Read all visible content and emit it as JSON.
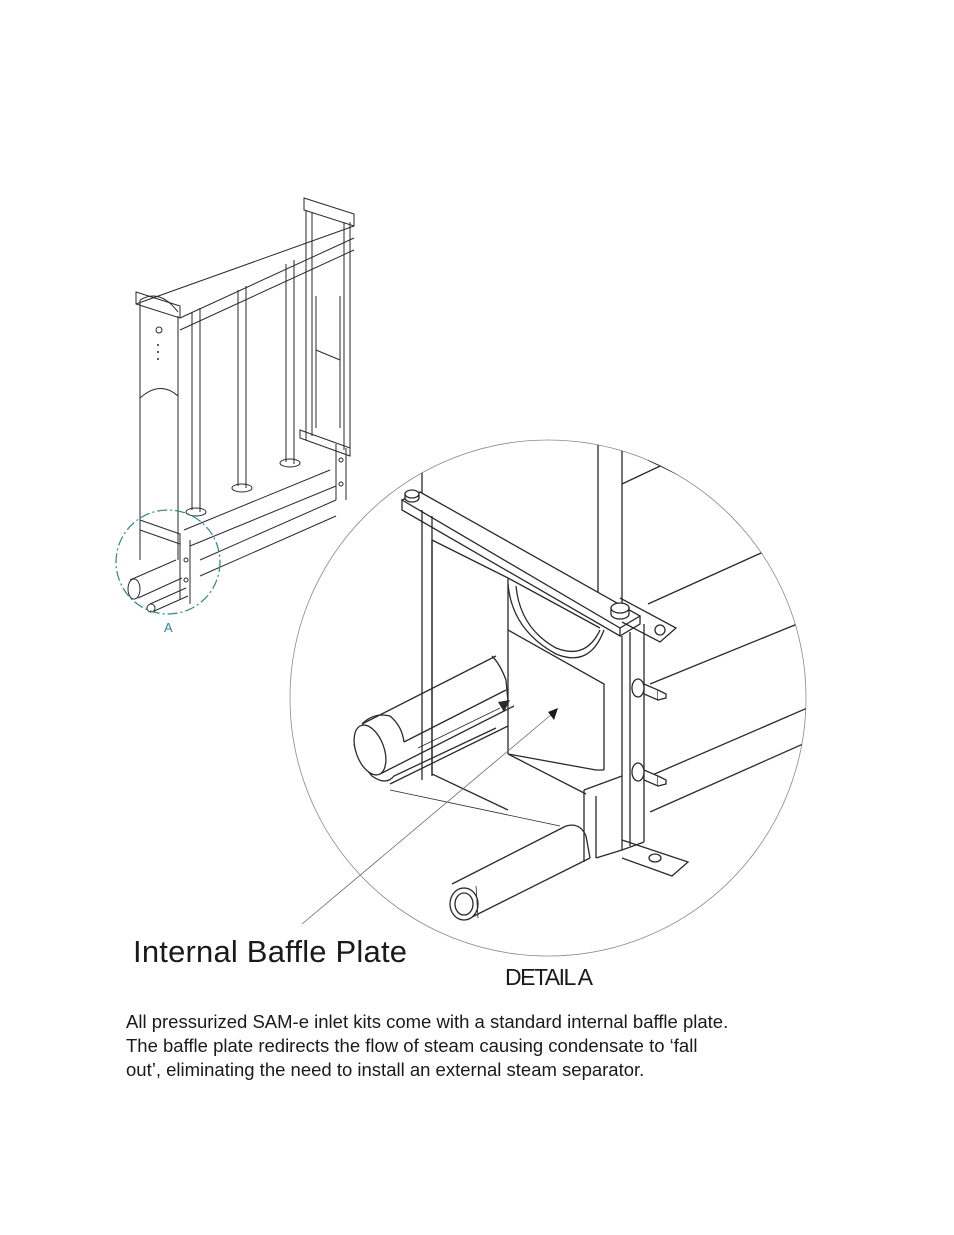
{
  "detail_marker": "A",
  "callout": "Internal Baffle Plate",
  "detail_title": "DETAIL A",
  "description": [
    "All pressurized SAM-e inlet kits come with a standard internal baffle plate.",
    "The baffle plate redirects the flow of steam causing condensate to ‘fall",
    "out’, eliminating the need to install an external steam separator."
  ],
  "colors": {
    "line": "#2a2a2a",
    "detail_circle": "#2a8a8a",
    "detail_label": "#2a8a8a"
  }
}
